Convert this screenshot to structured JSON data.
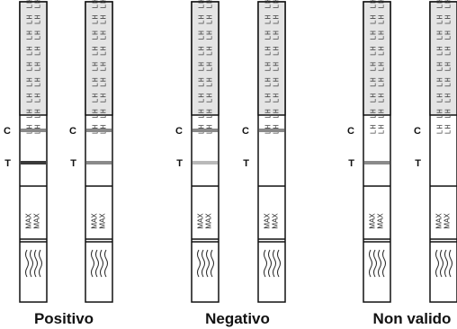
{
  "line_label_control": "C",
  "line_label_test": "T",
  "strip_header_text": "LH LH",
  "strip_max_text": "MAX MAX",
  "colors": {
    "outline": "#111111",
    "header_fill": "#e4e4e4",
    "line_strong": "#3a3a3a",
    "line_medium": "#8a8a8a",
    "line_light": "#b9b9b9"
  },
  "groups": [
    {
      "caption": "Positivo",
      "strips": [
        {
          "control": "medium",
          "test": "strong"
        },
        {
          "control": "medium",
          "test": "medium"
        }
      ]
    },
    {
      "caption": "Negativo",
      "strips": [
        {
          "control": "medium",
          "test": "light"
        },
        {
          "control": "medium",
          "test": "none"
        }
      ]
    },
    {
      "caption": "Non valido",
      "strips": [
        {
          "control": "none",
          "test": "medium"
        },
        {
          "control": "none",
          "test": "none"
        }
      ]
    }
  ]
}
